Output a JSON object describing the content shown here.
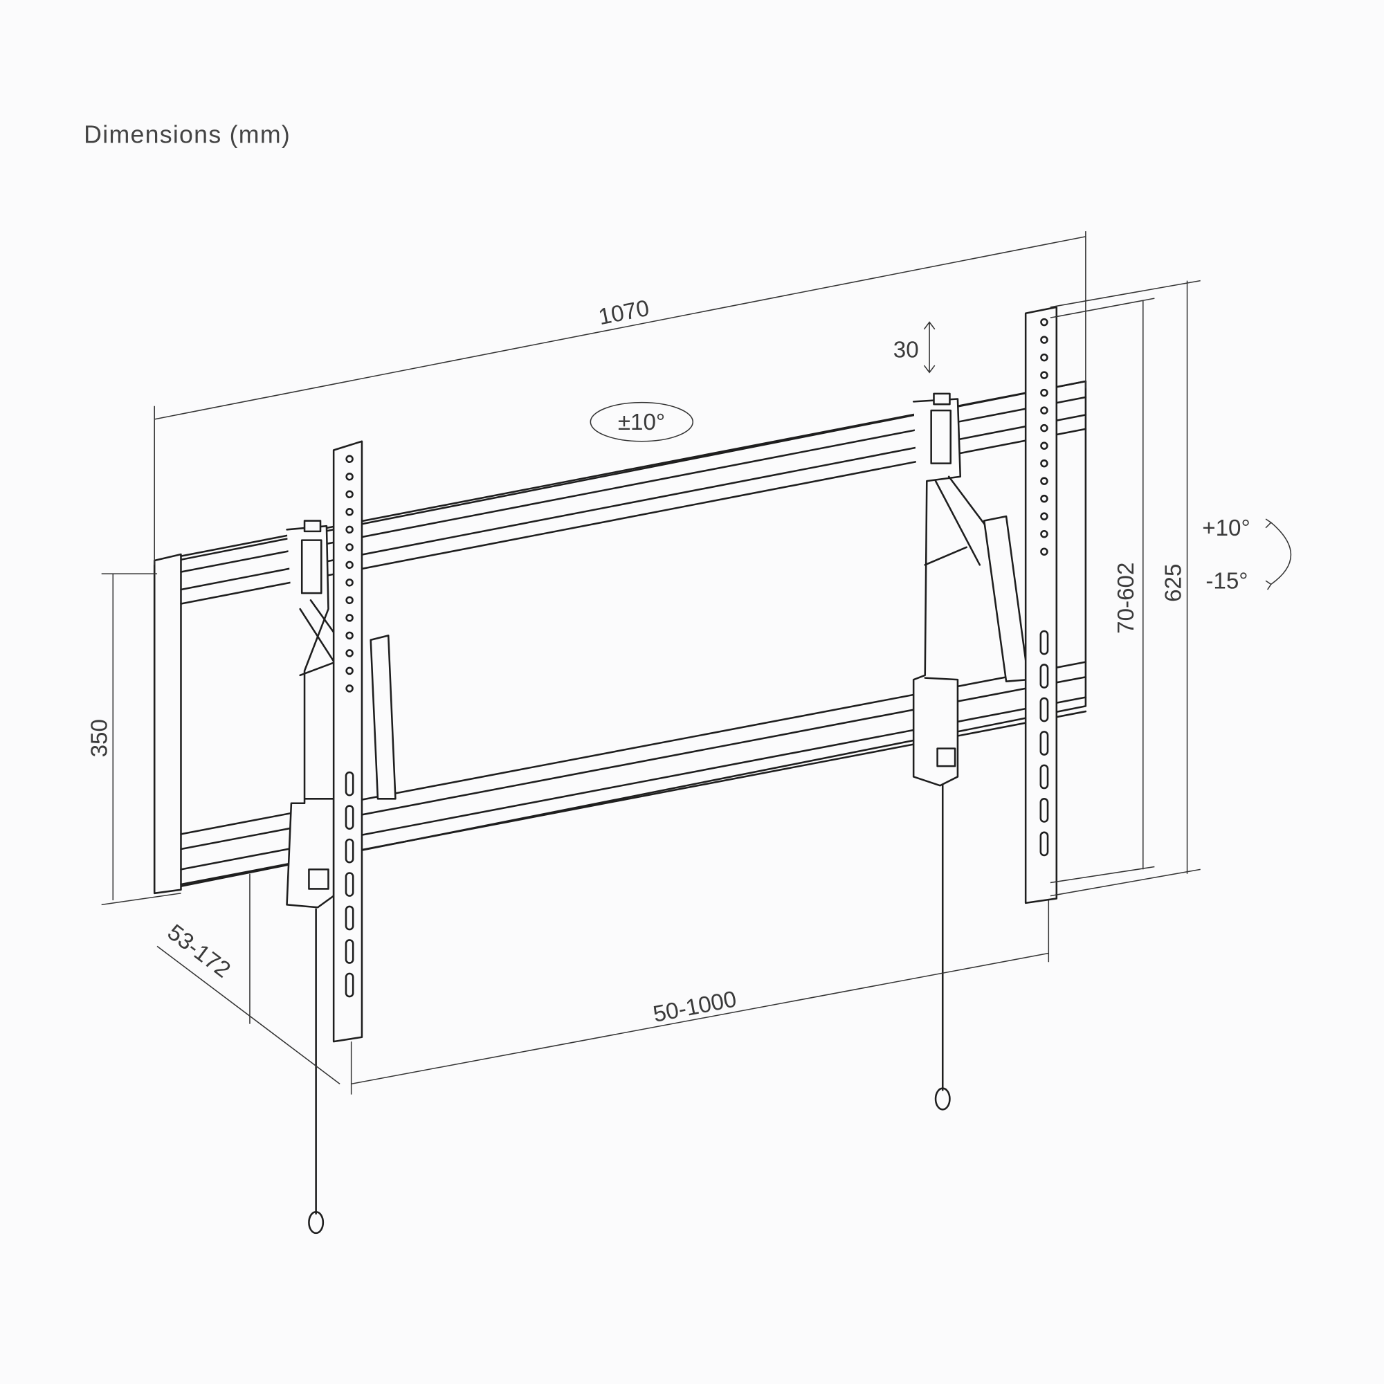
{
  "title": "Dimensions (mm)",
  "dimensions": {
    "width": "1070",
    "swivel": "±10°",
    "height_adjust": "30",
    "tilt_up": "+10°",
    "tilt_down": "-15°",
    "vesa_vertical": "70-602",
    "bracket_height": "625",
    "plate_height": "350",
    "depth": "53-172",
    "vesa_horizontal": "50-1000"
  },
  "colors": {
    "line": "#1e1e1e",
    "background": "#fbfbfc",
    "text": "#3a3a3a"
  }
}
